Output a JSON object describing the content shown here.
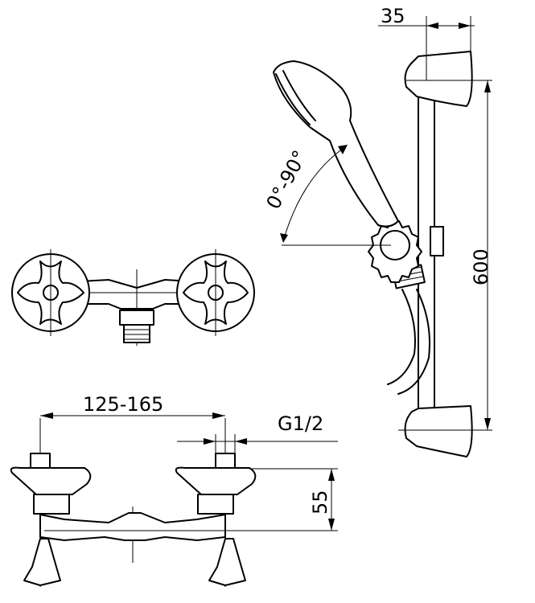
{
  "dimensions": {
    "bracket_offset": "35",
    "rail_length": "600",
    "rotation_range": "0°-90°",
    "center_distance": "125-165",
    "thread_size": "G1/2",
    "height": "55"
  }
}
